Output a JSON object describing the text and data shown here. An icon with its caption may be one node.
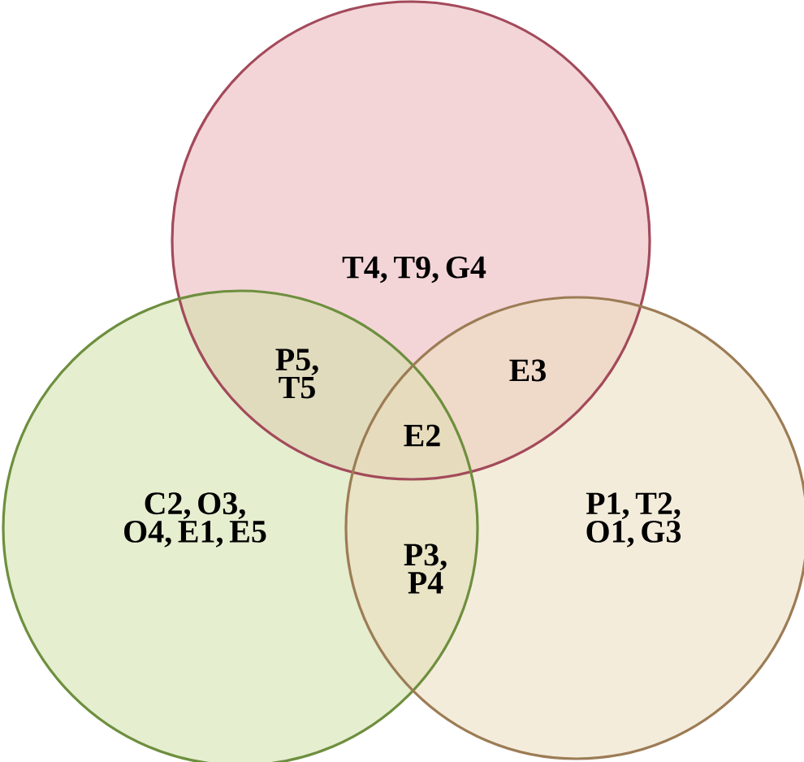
{
  "diagram": {
    "nodes": [
      {
        "text": [
          "T4, T9, G4"
        ]
      },
      {
        "text": [
          "C2, O3, O4, E1, E5"
        ]
      },
      {
        "text": [
          "P1, T2, O1, G3"
        ]
      }
    ],
    "labels": [
      "P5, T5",
      "E3",
      "E2",
      "P3, P4"
    ]
  }
}
